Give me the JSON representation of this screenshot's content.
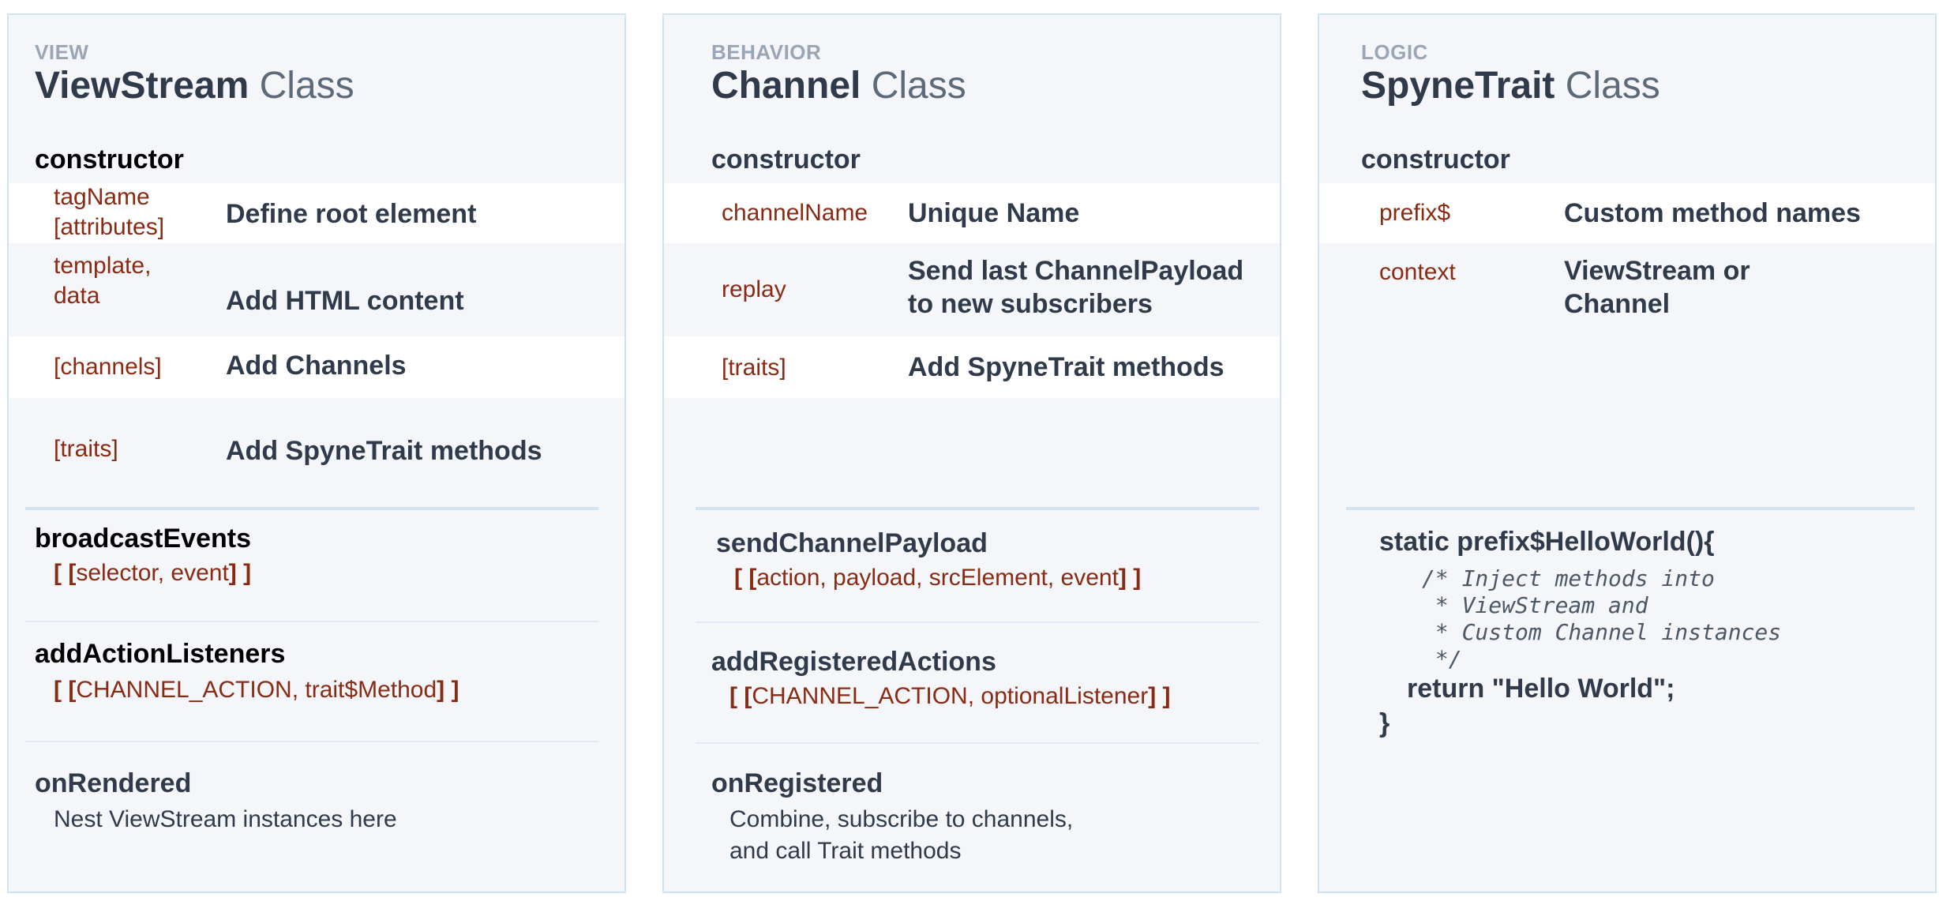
{
  "view": {
    "category": "VIEW",
    "name": "ViewStream",
    "class_word": "Class",
    "constructor_label": "constructor",
    "rows": [
      {
        "param": "tagName\n[attributes]",
        "desc": "Define root element"
      },
      {
        "param": "template,\ndata",
        "desc": "Add HTML content"
      },
      {
        "param": "[channels]",
        "desc": "Add Channels"
      },
      {
        "param": "[traits]",
        "desc": "Add SpyneTrait methods"
      }
    ],
    "broadcast": {
      "label": "broadcastEvents",
      "args_open": "[ [",
      "args": "selector, event",
      "args_close": "] ]"
    },
    "action_listeners": {
      "label": "addActionListeners",
      "args_open": "[ [",
      "args": "CHANNEL_ACTION, trait$Method",
      "args_close": "] ]"
    },
    "rendered": {
      "label": "onRendered",
      "text": "Nest ViewStream instances here"
    }
  },
  "behavior": {
    "category": "BEHAVIOR",
    "name": "Channel",
    "class_word": "Class",
    "constructor_label": "constructor",
    "rows": [
      {
        "param": "channelName",
        "desc": "Unique Name"
      },
      {
        "param": "replay",
        "desc": "Send last ChannelPayload\nto new subscribers"
      },
      {
        "param": "[traits]",
        "desc": "Add SpyneTrait methods"
      }
    ],
    "send_payload": {
      "label": "sendChannelPayload",
      "args_open": "[ [",
      "args": "action, payload, srcElement, event",
      "args_close": "] ]"
    },
    "registered_actions": {
      "label": "addRegisteredActions",
      "args_open": "[ [",
      "args": "CHANNEL_ACTION, optionalListener",
      "args_close": "] ]"
    },
    "registered": {
      "label": "onRegistered",
      "text": "Combine, subscribe to channels,\nand call Trait methods"
    }
  },
  "logic": {
    "category": "LOGIC",
    "name": "SpyneTrait",
    "class_word": "Class",
    "constructor_label": "constructor",
    "rows": [
      {
        "param": "prefix$",
        "desc": "Custom method names"
      },
      {
        "param": "context",
        "desc": "ViewStream or\nChannel"
      }
    ],
    "code": {
      "signature": "static prefix$HelloWorld(){",
      "comment": "/* Inject methods into\n * ViewStream and\n * Custom Channel instances\n */",
      "return_line": "return \"Hello World\";",
      "close": "}"
    }
  }
}
